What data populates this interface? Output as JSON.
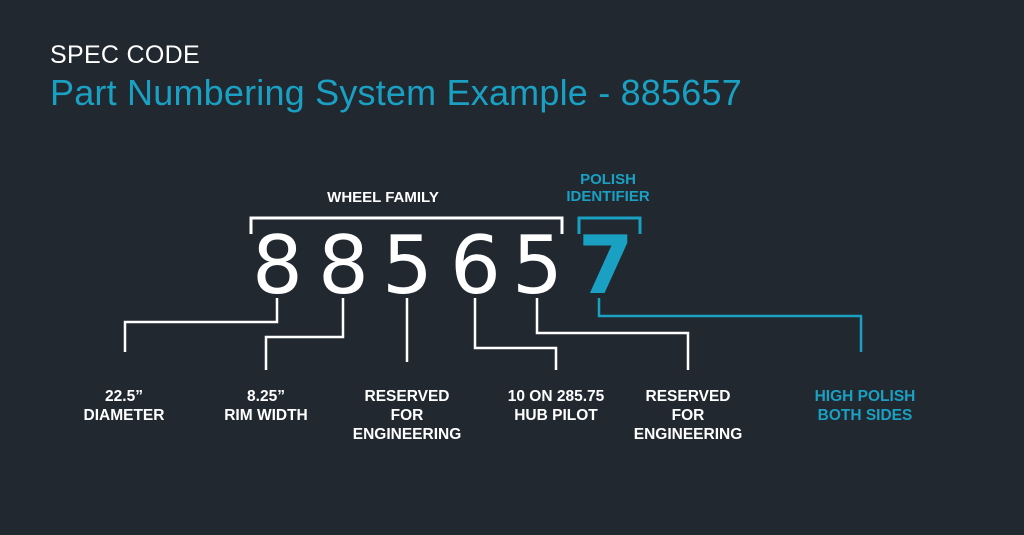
{
  "header": {
    "eyebrow": "SPEC CODE",
    "title": "Part Numbering System Example - 885657"
  },
  "brackets": {
    "wheel_family": "WHEEL FAMILY",
    "polish_identifier": [
      "POLISH",
      "IDENTIFIER"
    ]
  },
  "digits": [
    "8",
    "8",
    "5",
    "6",
    "5",
    "7"
  ],
  "captions": [
    {
      "lines": [
        "22.5”",
        "DIAMETER"
      ]
    },
    {
      "lines": [
        "8.25”",
        "RIM WIDTH"
      ]
    },
    {
      "lines": [
        "RESERVED",
        "FOR",
        "ENGINEERING"
      ]
    },
    {
      "lines": [
        "10 ON 285.75",
        "HUB PILOT"
      ]
    },
    {
      "lines": [
        "RESERVED",
        "FOR",
        "ENGINEERING"
      ]
    },
    {
      "lines": [
        "HIGH POLISH",
        "BOTH SIDES"
      ]
    }
  ],
  "colors": {
    "background": "#212830",
    "accent": "#1aa0c2",
    "text": "#ffffff"
  }
}
